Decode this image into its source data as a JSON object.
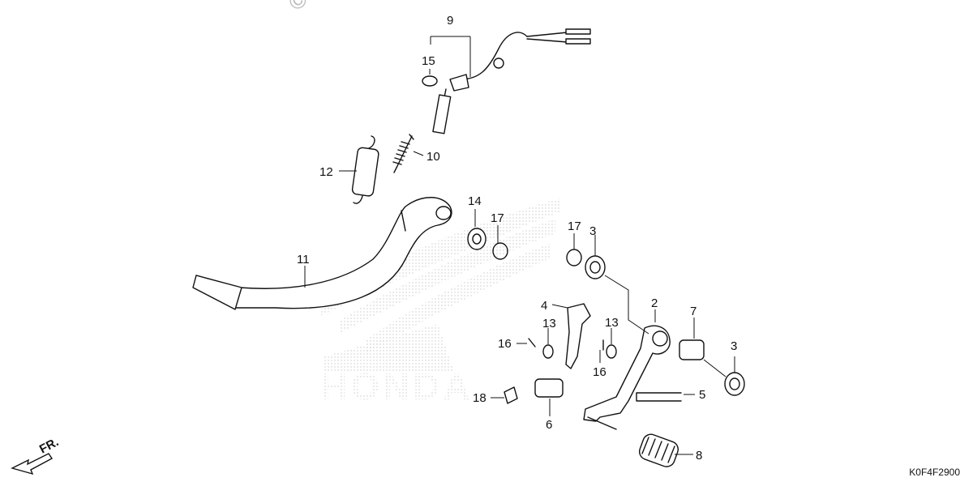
{
  "watermark": "© Pa",
  "diagram_code": "K0F4F2900",
  "front_arrow_label": "FR.",
  "brand_watermark": "HONDA",
  "callouts": [
    "9",
    "15",
    "10",
    "12",
    "11",
    "14",
    "17",
    "17",
    "3",
    "4",
    "13",
    "13",
    "16",
    "16",
    "2",
    "7",
    "3",
    "5",
    "18",
    "6",
    "8"
  ]
}
